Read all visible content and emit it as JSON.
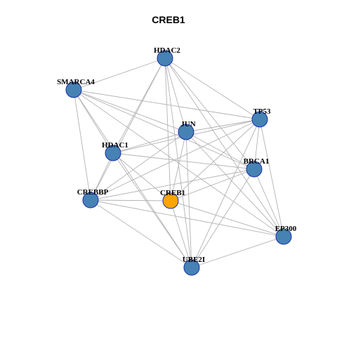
{
  "title": "CREB1",
  "colors": {
    "node_default": "#4682b4",
    "node_focus": "#ffa500",
    "node_border": "#1a2fa8",
    "edge": "#b3b3b3"
  },
  "graph": {
    "focus": "CREB1",
    "nodes": [
      "HDAC2",
      "SMARCA4",
      "TP53",
      "JUN",
      "HDAC1",
      "BRCA1",
      "CREBBP",
      "CREB1",
      "EP300",
      "UBE2I"
    ],
    "edges": [
      [
        "HDAC2",
        "SMARCA4"
      ],
      [
        "HDAC2",
        "JUN"
      ],
      [
        "HDAC2",
        "HDAC1"
      ],
      [
        "HDAC2",
        "CREBBP"
      ],
      [
        "HDAC2",
        "TP53"
      ],
      [
        "HDAC2",
        "BRCA1"
      ],
      [
        "HDAC2",
        "EP300"
      ],
      [
        "HDAC2",
        "CREB1"
      ],
      [
        "HDAC2",
        "UBE2I"
      ],
      [
        "SMARCA4",
        "TP53"
      ],
      [
        "SMARCA4",
        "JUN"
      ],
      [
        "SMARCA4",
        "HDAC1"
      ],
      [
        "SMARCA4",
        "BRCA1"
      ],
      [
        "SMARCA4",
        "CREBBP"
      ],
      [
        "SMARCA4",
        "EP300"
      ],
      [
        "SMARCA4",
        "UBE2I"
      ],
      [
        "TP53",
        "JUN"
      ],
      [
        "TP53",
        "HDAC1"
      ],
      [
        "TP53",
        "BRCA1"
      ],
      [
        "TP53",
        "CREBBP"
      ],
      [
        "TP53",
        "CREB1"
      ],
      [
        "TP53",
        "EP300"
      ],
      [
        "TP53",
        "UBE2I"
      ],
      [
        "JUN",
        "HDAC1"
      ],
      [
        "JUN",
        "BRCA1"
      ],
      [
        "JUN",
        "CREBBP"
      ],
      [
        "JUN",
        "CREB1"
      ],
      [
        "JUN",
        "EP300"
      ],
      [
        "JUN",
        "UBE2I"
      ],
      [
        "HDAC1",
        "BRCA1"
      ],
      [
        "HDAC1",
        "CREBBP"
      ],
      [
        "HDAC1",
        "CREB1"
      ],
      [
        "HDAC1",
        "UBE2I"
      ],
      [
        "BRCA1",
        "CREBBP"
      ],
      [
        "BRCA1",
        "CREB1"
      ],
      [
        "BRCA1",
        "EP300"
      ],
      [
        "BRCA1",
        "UBE2I"
      ],
      [
        "CREBBP",
        "CREB1"
      ],
      [
        "CREBBP",
        "EP300"
      ],
      [
        "CREBBP",
        "UBE2I"
      ],
      [
        "CREB1",
        "EP300"
      ],
      [
        "CREB1",
        "UBE2I"
      ],
      [
        "EP300",
        "UBE2I"
      ]
    ]
  }
}
